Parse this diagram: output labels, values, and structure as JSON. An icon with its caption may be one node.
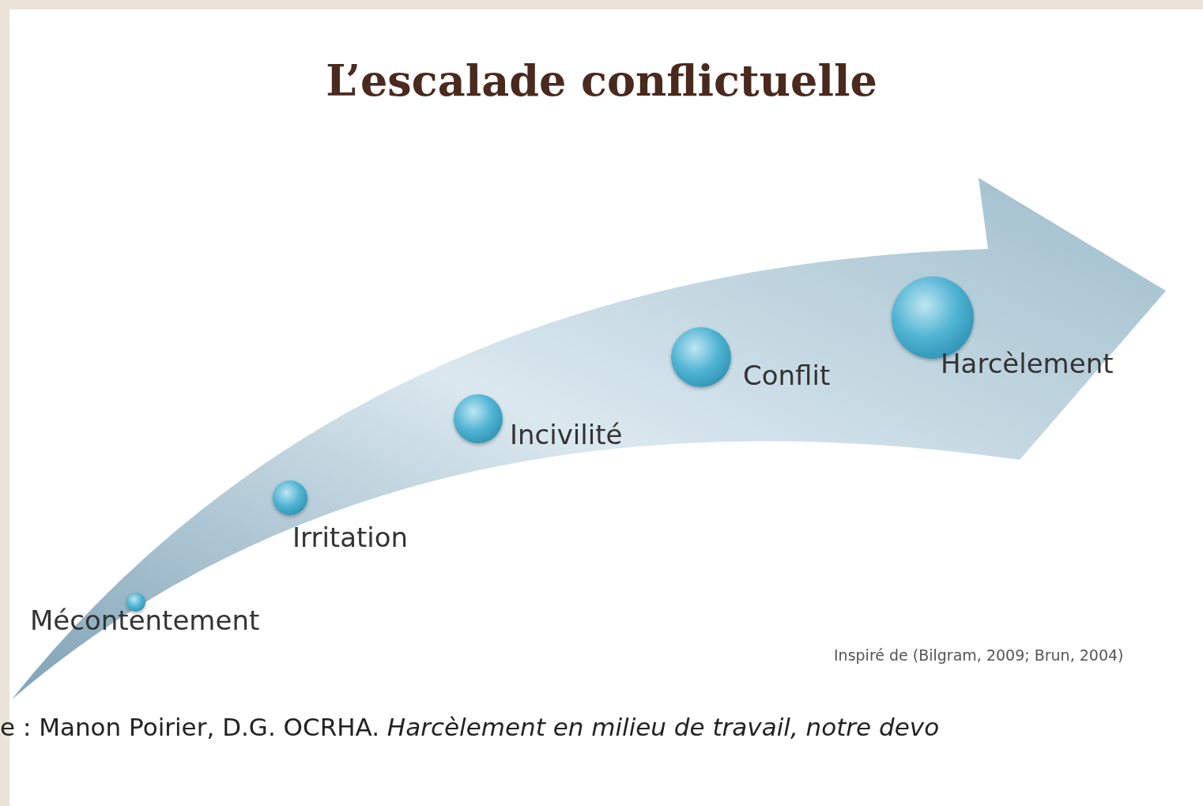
{
  "diagram": {
    "title": "L’escalade conflictuelle",
    "nodes": [
      {
        "text": [],
        "shape": "arrow"
      },
      {
        "text": [],
        "shape": "circle",
        "beside": [
          "Mécontentement"
        ],
        "in": 0
      },
      {
        "text": [],
        "shape": "circle",
        "beside": [
          "Irritation"
        ],
        "in": 0
      },
      {
        "text": [],
        "shape": "circle",
        "beside": [
          "Incivilité"
        ],
        "in": 0
      },
      {
        "text": [],
        "shape": "circle",
        "beside": [
          "Conflit"
        ],
        "in": 0
      },
      {
        "text": [],
        "shape": "circle",
        "beside": [
          "Harcèlement"
        ],
        "in": 0
      }
    ],
    "edges": [],
    "labels": [
      "Inspiré de (Bilgram, 2009; Brun, 2004)"
    ],
    "caption": "e : Manon Poirier, D.G. OCRHA. *Harcèlement en milieu de travail, notre devo*"
  }
}
